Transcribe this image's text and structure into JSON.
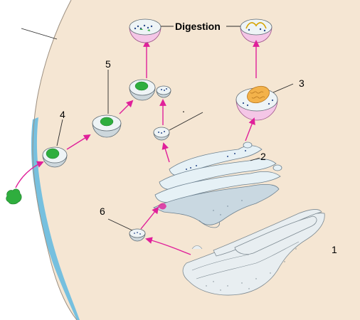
{
  "labels": {
    "digestion": "Digestion",
    "n1": "1",
    "n2": "2",
    "n3": "3",
    "n4": "4",
    "n5": "5",
    "n6": "6"
  },
  "colors": {
    "cytoplasm": "#f5e6d3",
    "membrane_edge": "#5fb8e0",
    "arrow": "#e0209a",
    "food_particle": "#2fae3e",
    "lysosome_base": "#f4c6e6",
    "enzymes": "#2a4a8a"
  }
}
